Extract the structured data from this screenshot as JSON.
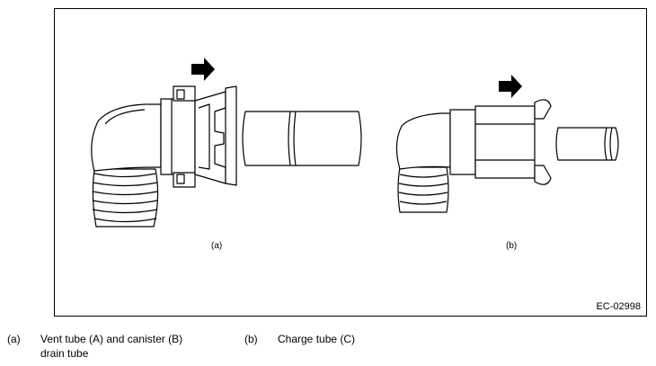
{
  "figure": {
    "label_a": "(a)",
    "label_b": "(b)",
    "code": "EC-02998"
  },
  "legend": [
    {
      "key": "(a)",
      "lines": [
        "Vent tube (A) and canister (B)",
        "drain tube"
      ]
    },
    {
      "key": "(b)",
      "lines": [
        "Charge tube (C)"
      ]
    }
  ],
  "icons": {
    "arrow": "push-direction-arrow-icon"
  }
}
